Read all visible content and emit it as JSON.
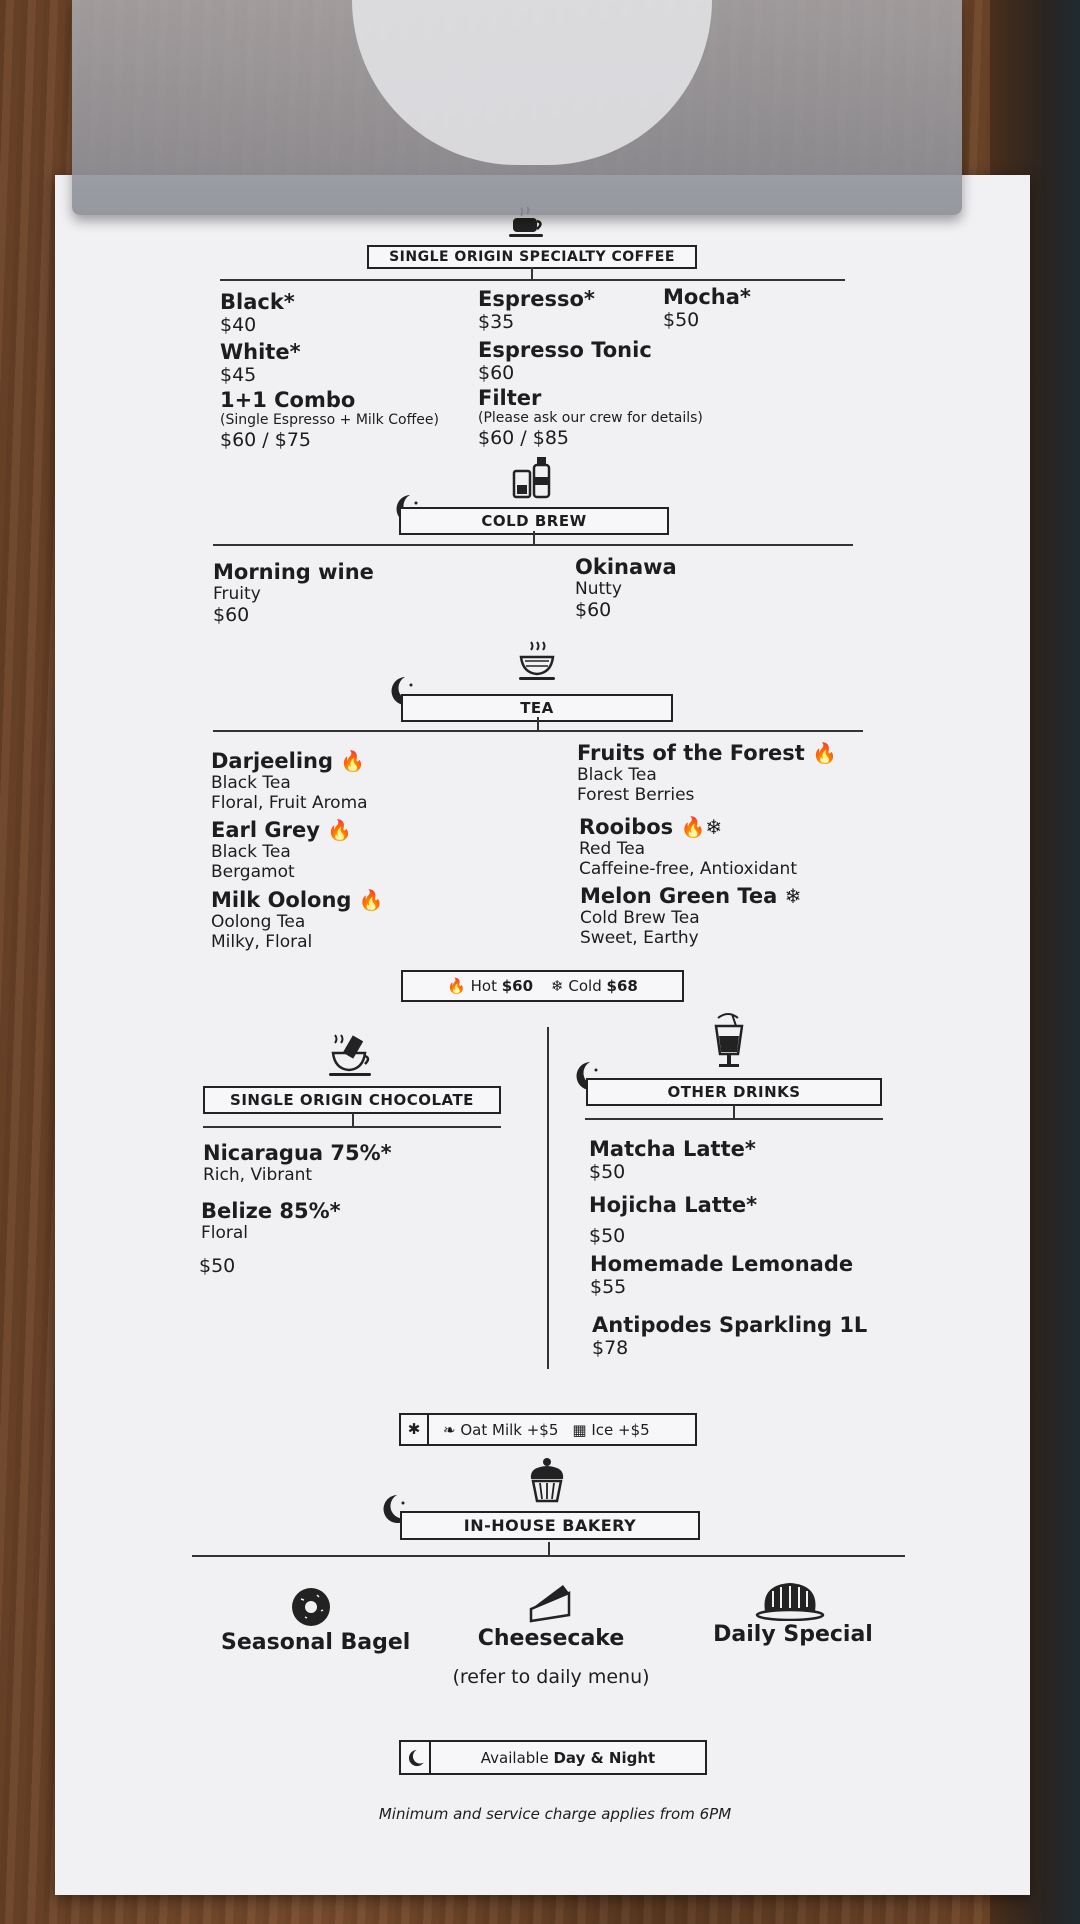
{
  "coffee": {
    "title": "SINGLE ORIGIN SPECIALTY COFFEE",
    "items": [
      {
        "name": "Black*",
        "price": "$40"
      },
      {
        "name": "Espresso*",
        "price": "$35"
      },
      {
        "name": "Mocha*",
        "price": "$50"
      },
      {
        "name": "White*",
        "price": "$45"
      },
      {
        "name": "Espresso Tonic",
        "price": "$60"
      },
      {
        "name": "1+1 Combo",
        "note": "(Single Espresso + Milk Coffee)",
        "price": "$60 / $75"
      },
      {
        "name": "Filter",
        "note": "(Please ask our crew for details)",
        "price": "$60 / $85"
      }
    ]
  },
  "cold_brew": {
    "title": "COLD BREW",
    "items": [
      {
        "name": "Morning wine",
        "desc": "Fruity",
        "price": "$60"
      },
      {
        "name": "Okinawa",
        "desc": "Nutty",
        "price": "$60"
      }
    ]
  },
  "tea": {
    "title": "TEA",
    "items": [
      {
        "name": "Darjeeling",
        "type": "Black Tea",
        "desc": "Floral, Fruit Aroma"
      },
      {
        "name": "Fruits of the Forest",
        "type": "Black Tea",
        "desc": "Forest Berries"
      },
      {
        "name": "Earl Grey",
        "type": "Black Tea",
        "desc": "Bergamot"
      },
      {
        "name": "Rooibos",
        "type": "Red Tea",
        "desc": "Caffeine-free, Antioxidant"
      },
      {
        "name": "Milk Oolong",
        "type": "Oolong Tea",
        "desc": "Milky, Floral"
      },
      {
        "name": "Melon Green Tea",
        "type": "Cold Brew Tea",
        "desc": "Sweet, Earthy"
      }
    ],
    "legend_hot_label": "Hot",
    "legend_hot_price": "$60",
    "legend_cold_label": "Cold",
    "legend_cold_price": "$68"
  },
  "chocolate": {
    "title": "SINGLE ORIGIN CHOCOLATE",
    "items": [
      {
        "name": "Nicaragua 75%*",
        "desc": "Rich, Vibrant"
      },
      {
        "name": "Belize 85%*",
        "desc": "Floral"
      }
    ],
    "price": "$50"
  },
  "other": {
    "title": "OTHER DRINKS",
    "items": [
      {
        "name": "Matcha Latte*",
        "price": "$50"
      },
      {
        "name": "Hojicha Latte*",
        "price": "$50"
      },
      {
        "name": "Homemade Lemonade",
        "price": "$55"
      },
      {
        "name": "Antipodes Sparkling 1L",
        "price": "$78"
      }
    ]
  },
  "extras": {
    "oat_milk": "Oat Milk +$5",
    "ice": "Ice +$5"
  },
  "bakery": {
    "title": "IN-HOUSE BAKERY",
    "items": [
      {
        "name": "Seasonal Bagel"
      },
      {
        "name": "Cheesecake"
      },
      {
        "name": "Daily Special"
      }
    ],
    "note": "(refer to daily menu)"
  },
  "footer": {
    "available_prefix": "Available",
    "available_bold": "Day & Night",
    "minimum": "Minimum and service charge applies from 6PM"
  }
}
